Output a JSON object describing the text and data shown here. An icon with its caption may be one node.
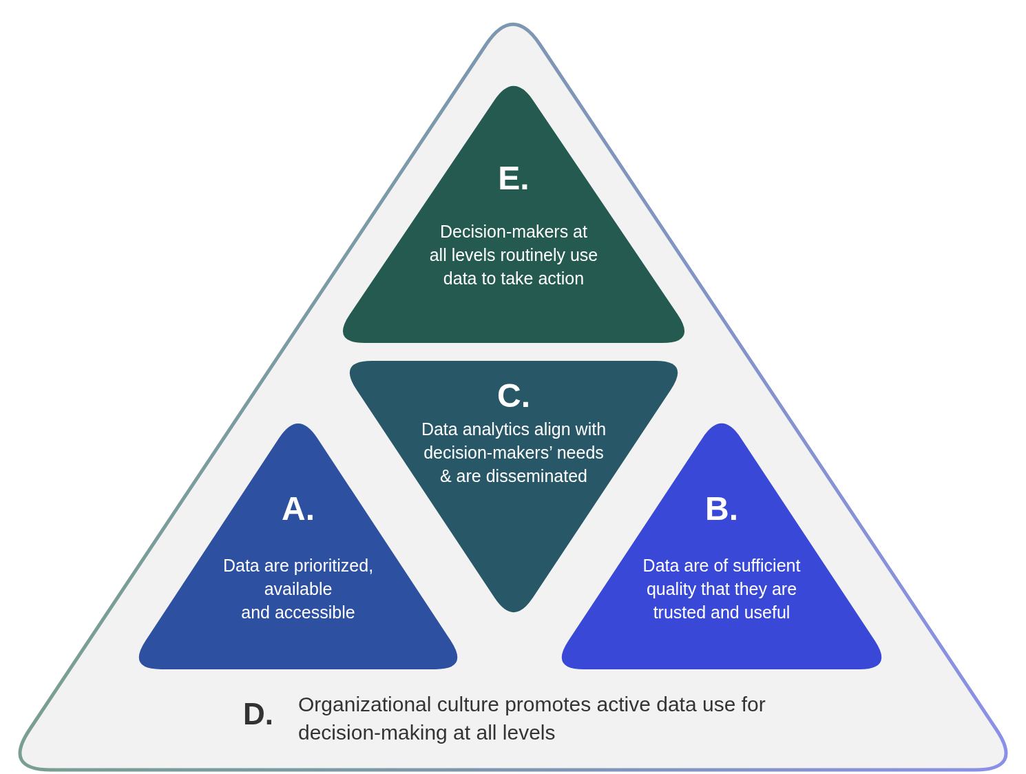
{
  "diagram": {
    "nodes": [
      {
        "text": [
          "D.",
          "Organizational culture promotes active data use for decision-making at all levels"
        ]
      },
      {
        "text": [
          "E.",
          "Decision-makers at all levels routinely use data to take action"
        ],
        "in": 0
      },
      {
        "text": [
          "C.",
          "Data analytics align with decision-makers’ needs & are disseminated"
        ],
        "in": 0
      },
      {
        "text": [
          "A.",
          "Data are prioritized, available and accessible"
        ],
        "in": 0
      },
      {
        "text": [
          "B.",
          "Data are of sufficient quality that they are trusted and useful"
        ],
        "in": 0
      }
    ]
  }
}
